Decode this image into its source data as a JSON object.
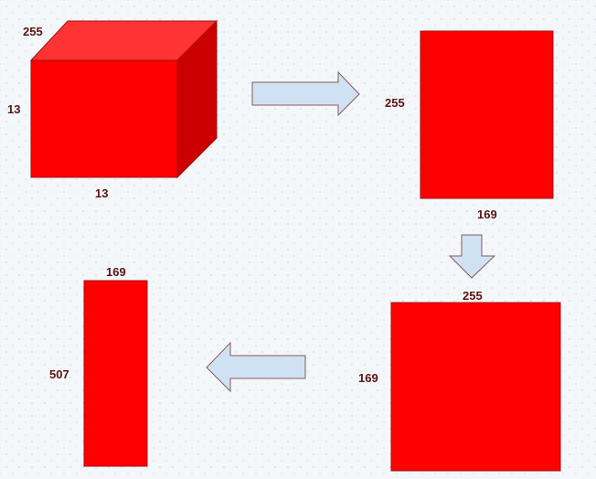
{
  "cube": {
    "depth_label": "255",
    "height_label": "13",
    "width_label": "13",
    "front_color": "#ff0000",
    "top_color": "#ff3333",
    "side_color": "#cc0000"
  },
  "rect_b": {
    "height_label": "255",
    "width_label": "169",
    "color": "#ff0000"
  },
  "rect_c": {
    "top_label": "255",
    "left_label": "169",
    "color": "#ff0000"
  },
  "rect_d": {
    "top_label": "169",
    "left_label": "507",
    "color": "#ff0000"
  },
  "arrows": {
    "fill_color": "#cfe2f3",
    "stroke_color": "#8a5a5a"
  }
}
